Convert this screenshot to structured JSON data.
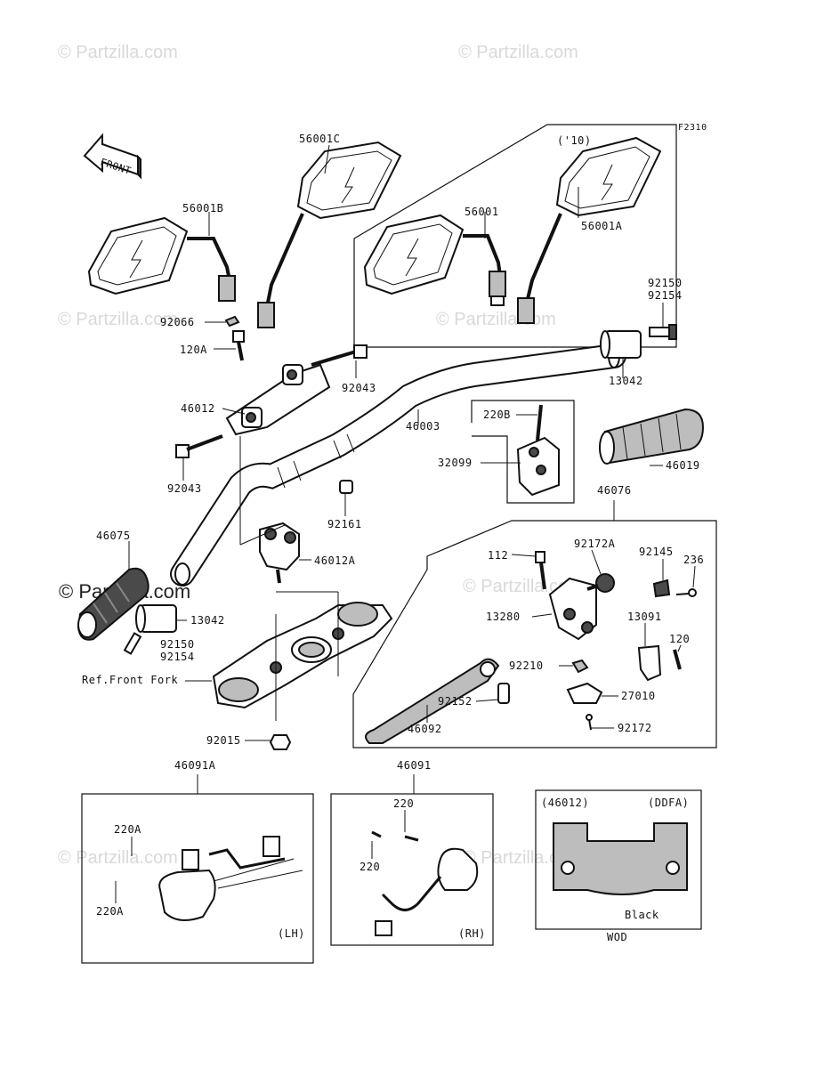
{
  "watermark": "© Partzilla.com",
  "figure_code": "F2310",
  "front_label": "FRONT",
  "variant_year": "('10)",
  "ref_label": "Ref.Front Fork",
  "sub_box_lh": "(LH)",
  "sub_box_rh": "(RH)",
  "wod_box": {
    "ref": "(46012)",
    "code": "(DDFA)",
    "color": "Black",
    "footer": "WOD"
  },
  "callouts": [
    {
      "id": "56001C",
      "label": "56001C"
    },
    {
      "id": "56001B",
      "label": "56001B"
    },
    {
      "id": "56001",
      "label": "56001"
    },
    {
      "id": "56001A",
      "label": "56001A"
    },
    {
      "id": "92150-top",
      "label": "92150"
    },
    {
      "id": "92154-top",
      "label": "92154"
    },
    {
      "id": "92066",
      "label": "92066"
    },
    {
      "id": "120A",
      "label": "120A"
    },
    {
      "id": "92043-top",
      "label": "92043"
    },
    {
      "id": "13042-top",
      "label": "13042"
    },
    {
      "id": "46012",
      "label": "46012"
    },
    {
      "id": "46003",
      "label": "46003"
    },
    {
      "id": "220B",
      "label": "220B"
    },
    {
      "id": "32099",
      "label": "32099"
    },
    {
      "id": "46019",
      "label": "46019"
    },
    {
      "id": "92043-bot",
      "label": "92043"
    },
    {
      "id": "92161",
      "label": "92161"
    },
    {
      "id": "46076",
      "label": "46076"
    },
    {
      "id": "46075",
      "label": "46075"
    },
    {
      "id": "46012A",
      "label": "46012A"
    },
    {
      "id": "112",
      "label": "112"
    },
    {
      "id": "92172A",
      "label": "92172A"
    },
    {
      "id": "92145",
      "label": "92145"
    },
    {
      "id": "236",
      "label": "236"
    },
    {
      "id": "13042-bot",
      "label": "13042"
    },
    {
      "id": "13280",
      "label": "13280"
    },
    {
      "id": "13091",
      "label": "13091"
    },
    {
      "id": "92150-bot",
      "label": "92150"
    },
    {
      "id": "92154-bot",
      "label": "92154"
    },
    {
      "id": "120",
      "label": "120"
    },
    {
      "id": "92210",
      "label": "92210"
    },
    {
      "id": "27010",
      "label": "27010"
    },
    {
      "id": "92152",
      "label": "92152"
    },
    {
      "id": "46092",
      "label": "46092"
    },
    {
      "id": "92172",
      "label": "92172"
    },
    {
      "id": "92015",
      "label": "92015"
    },
    {
      "id": "46091A",
      "label": "46091A"
    },
    {
      "id": "46091",
      "label": "46091"
    },
    {
      "id": "220A-1",
      "label": "220A"
    },
    {
      "id": "220A-2",
      "label": "220A"
    },
    {
      "id": "220-1",
      "label": "220"
    },
    {
      "id": "220-2",
      "label": "220"
    }
  ]
}
